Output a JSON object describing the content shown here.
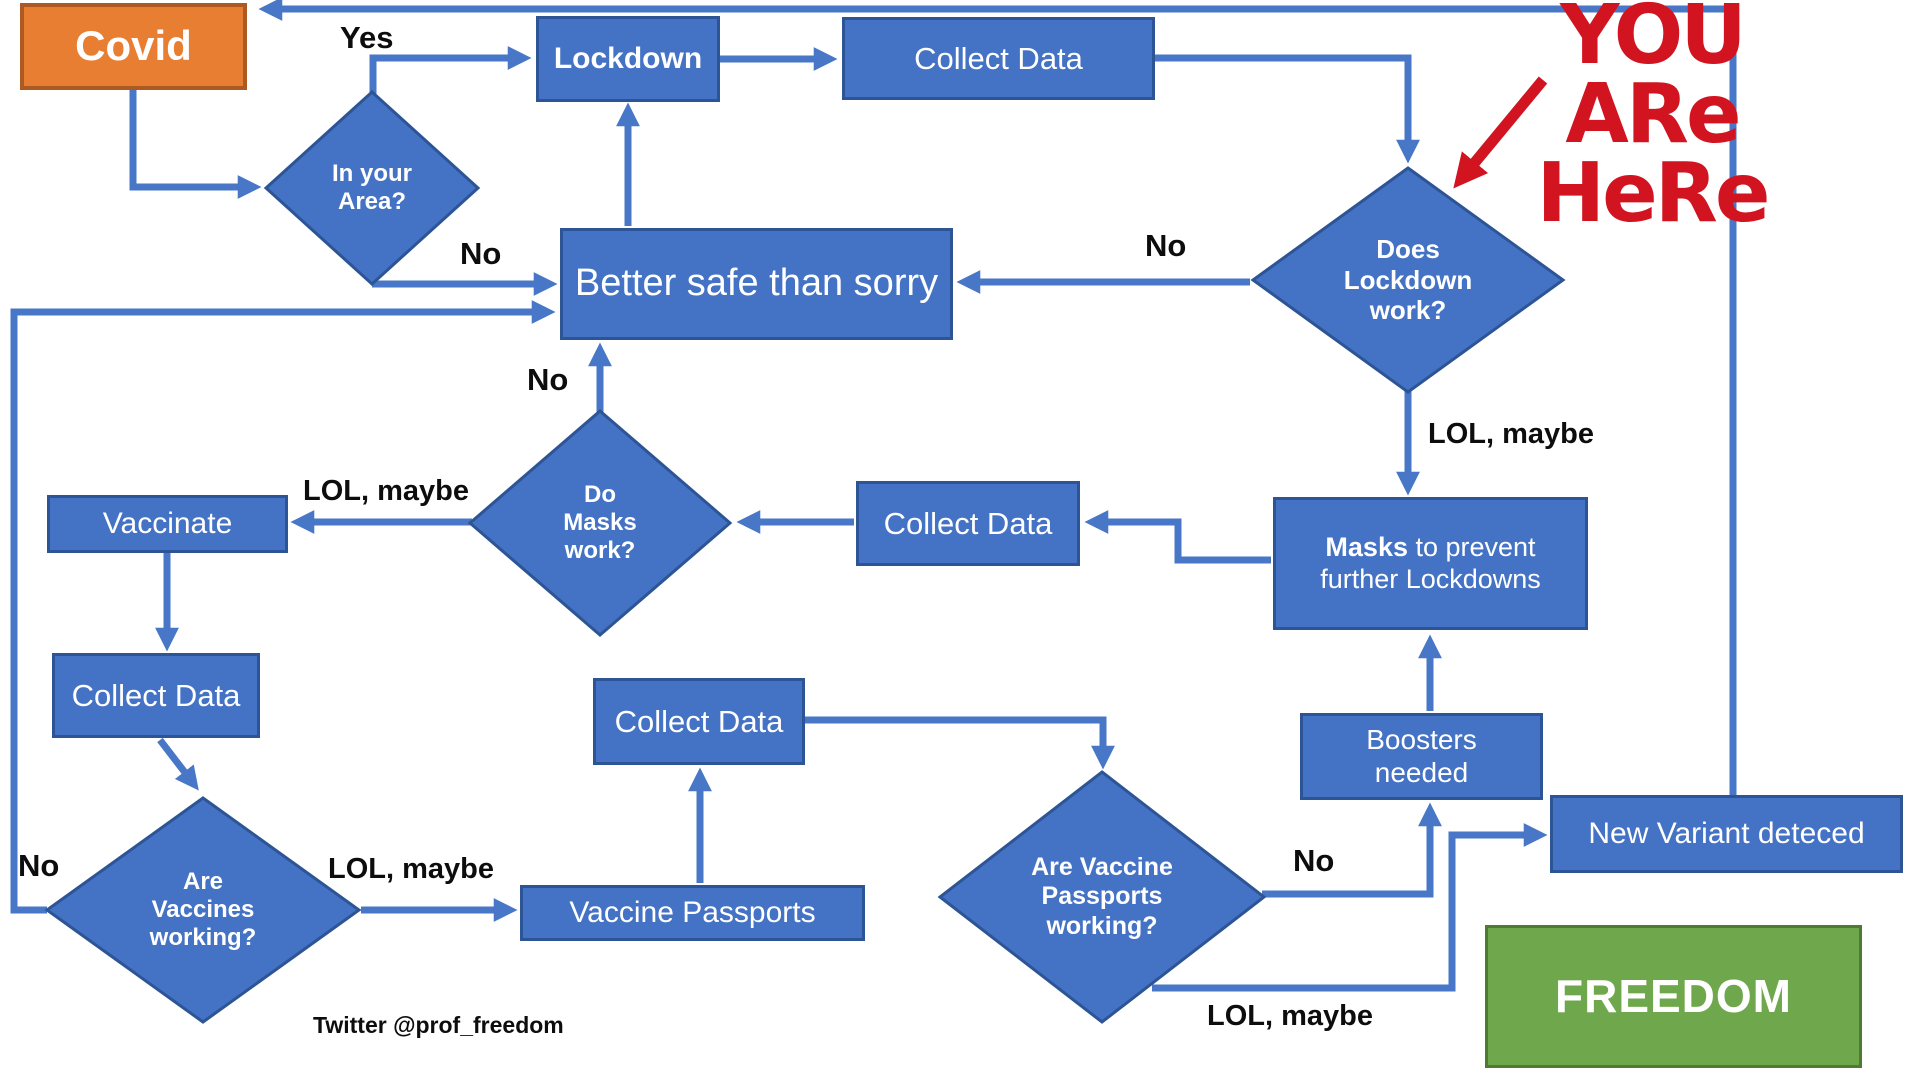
{
  "title": "Covid lockdown flowchart meme",
  "nodes": {
    "covid": "Covid",
    "lockdown": "Lockdown",
    "collect_data_top": "Collect Data",
    "better_safe": "Better safe than sorry",
    "in_area": "In your Area?",
    "does_lockdown": "Does Lockdown work?",
    "masks_bold": "Masks",
    "masks_rest": " to prevent further Lockdowns",
    "collect_data_mid": "Collect Data",
    "do_masks": "Do Masks work?",
    "vaccinate": "Vaccinate",
    "collect_data_left": "Collect Data",
    "are_vaccines": "Are Vaccines working?",
    "vaccine_passports": "Vaccine Passports",
    "collect_data_bottom": "Collect Data",
    "are_vaccine_passports": "Are Vaccine Passports working?",
    "boosters": "Boosters needed",
    "new_variant": "New Variant deteced",
    "freedom": "FREEDOM"
  },
  "edge_labels": {
    "yes_in_area": "Yes",
    "no_in_area": "No",
    "no_does_lockdown": "No",
    "lol_does_lockdown": "LOL, maybe",
    "no_do_masks": "No",
    "lol_do_masks": "LOL, maybe",
    "no_are_vaccines": "No",
    "lol_are_vaccines": "LOL, maybe",
    "no_are_vaccine_passports": "No",
    "lol_are_vaccine_passports": "LOL, maybe"
  },
  "annotations": {
    "you_are_here_line1": "YOU",
    "you_are_here_line2": "ARe",
    "you_are_here_line3": "HeRe",
    "credit": "Twitter @prof_freedom"
  },
  "colors": {
    "node_blue_fill": "#4472c4",
    "node_blue_border": "#2d5595",
    "connector_blue": "#4777c6",
    "covid_orange_fill": "#e87e31",
    "covid_orange_border": "#ad5a22",
    "freedom_green_fill": "#6fa84c",
    "freedom_green_border": "#4f7a33",
    "annotation_red": "#d11420",
    "label_black": "#0d0d0d"
  }
}
